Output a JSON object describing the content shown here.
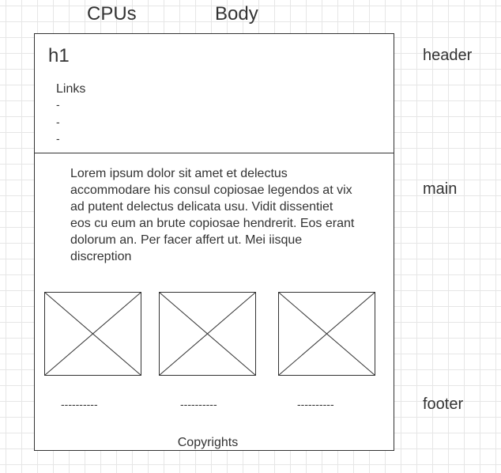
{
  "top_labels": {
    "cpus": "CPUs",
    "body": "Body"
  },
  "section_labels": {
    "header": "header",
    "main": "main",
    "footer": "footer"
  },
  "header_area": {
    "heading": "h1",
    "links_title": "Links",
    "link_items": [
      "-",
      "-",
      "-"
    ]
  },
  "main_area": {
    "paragraph": "Lorem ipsum dolor sit amet et delectus accommodare his consul copiosae legendos at vix ad putent delectus delicata usu. Vidit dissentiet eos cu eum an brute copiosae hendrerit. Eos erant dolorum an. Per facer affert ut. Mei iisque discreption"
  },
  "image_placeholders": [
    {
      "caption": "----------"
    },
    {
      "caption": "----------"
    },
    {
      "caption": "----------"
    }
  ],
  "footer_area": {
    "copyright": "Copyrights"
  }
}
